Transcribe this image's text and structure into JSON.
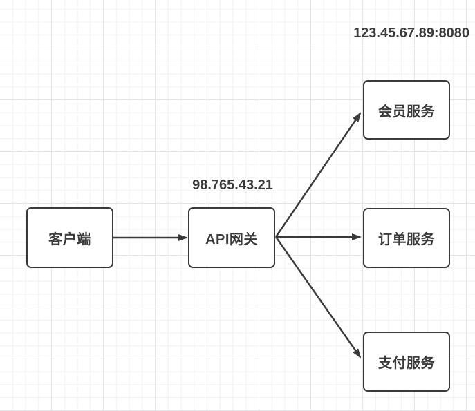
{
  "diagram": {
    "type": "flow-diagram",
    "nodes": [
      {
        "id": "client",
        "label": "客户端"
      },
      {
        "id": "api-gateway",
        "label": "API网关"
      },
      {
        "id": "member-service",
        "label": "会员服务"
      },
      {
        "id": "order-service",
        "label": "订单服务"
      },
      {
        "id": "payment-service",
        "label": "支付服务"
      }
    ],
    "edges": [
      {
        "from": "client",
        "to": "api-gateway",
        "style": "solid-arrow"
      },
      {
        "from": "api-gateway",
        "to": "member-service",
        "style": "solid-arrow"
      },
      {
        "from": "api-gateway",
        "to": "order-service",
        "style": "solid-arrow"
      },
      {
        "from": "api-gateway",
        "to": "payment-service",
        "style": "solid-arrow"
      }
    ],
    "annotations": [
      {
        "id": "services-ip",
        "text": "123.45.67.89:8080",
        "near": "member-service"
      },
      {
        "id": "gateway-ip",
        "text": "98.765.43.21",
        "near": "api-gateway"
      }
    ],
    "colors": {
      "background": "#ffffff",
      "grid_minor": "#f1f1f4",
      "grid_major": "#e4e4e8",
      "node_fill": "#ffffff",
      "node_border": "#3a3a3a",
      "text": "#3b3b3b",
      "arrow": "#3a3a3a"
    }
  }
}
